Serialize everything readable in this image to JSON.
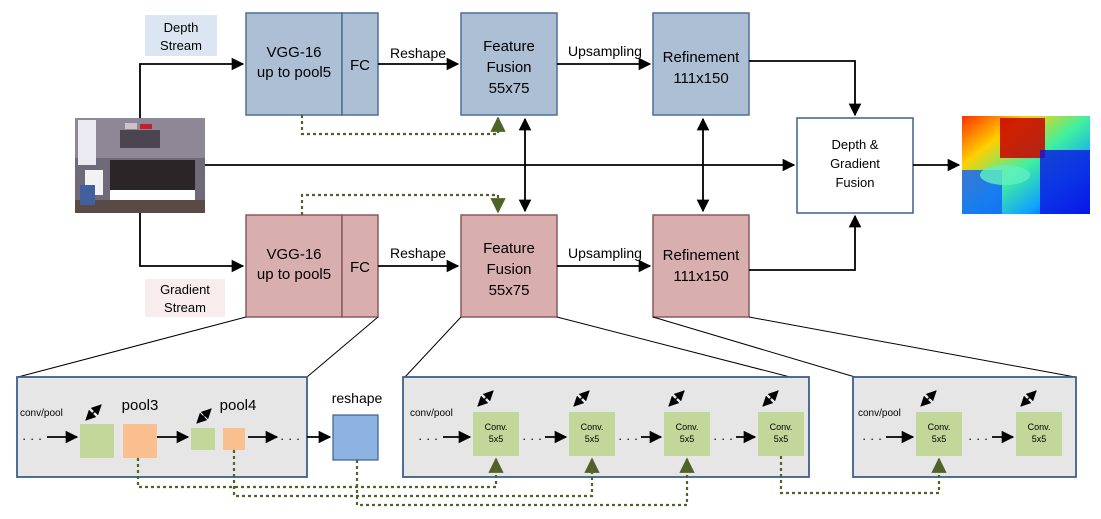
{
  "streams": {
    "depth_label_1": "Depth",
    "depth_label_2": "Stream",
    "gradient_label_1": "Gradient",
    "gradient_label_2": "Stream"
  },
  "blocks": {
    "vgg_line1": "VGG-16",
    "vgg_line2": "up to pool5",
    "fc": "FC",
    "reshape_arrow": "Reshape",
    "fusion_line1": "Feature",
    "fusion_line2": "Fusion",
    "fusion_line3": "55x75",
    "upsampling_arrow": "Upsampling",
    "refinement_line1": "Refinement",
    "refinement_line2": "111x150",
    "final_line1": "Depth &",
    "final_line2": "Gradient",
    "final_line3": "Fusion"
  },
  "detail": {
    "conv_pool": "conv/pool",
    "pool3": "pool3",
    "pool4": "pool4",
    "reshape": "reshape",
    "conv_label": "Conv.",
    "conv_size": "5x5",
    "ellipsis": "· · ·"
  },
  "colors": {
    "depth_block": "#adbfd5",
    "depth_border": "#4f6e94",
    "gradient_block": "#d9aeae",
    "gradient_border": "#8b5a5a",
    "panel_bg": "#e6e6e6",
    "panel_border": "#3e5f8a",
    "conv_green": "#c4d79b",
    "pool_orange": "#fabf8f",
    "reshape_blue": "#8db3e2",
    "skip_dotted": "#4f6228"
  }
}
